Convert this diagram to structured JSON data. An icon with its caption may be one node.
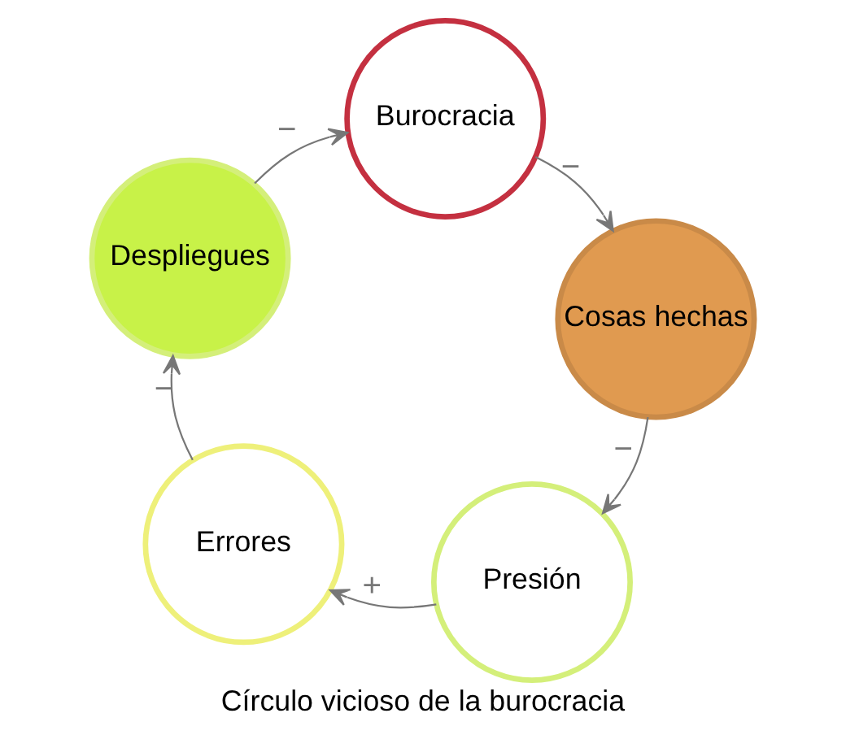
{
  "diagram": {
    "title": "Círculo vicioso de la burocracia",
    "nodes": [
      {
        "text": [
          "Cosas hechas"
        ]
      },
      {
        "text": [
          "Presión"
        ]
      },
      {
        "text": [
          "Errores"
        ]
      },
      {
        "text": [
          "Despliegues"
        ]
      },
      {
        "text": [
          "Burocracia"
        ]
      }
    ],
    "edges": [
      {
        "from": 4,
        "to": 0,
        "arrow": "to",
        "label": "−"
      },
      {
        "from": 0,
        "to": 1,
        "arrow": "to",
        "label": "−"
      },
      {
        "from": 1,
        "to": 2,
        "arrow": "to",
        "label": "+"
      },
      {
        "from": 2,
        "to": 3,
        "arrow": "to",
        "label": "−"
      },
      {
        "from": 3,
        "to": 4,
        "arrow": "to",
        "label": "−"
      }
    ]
  }
}
